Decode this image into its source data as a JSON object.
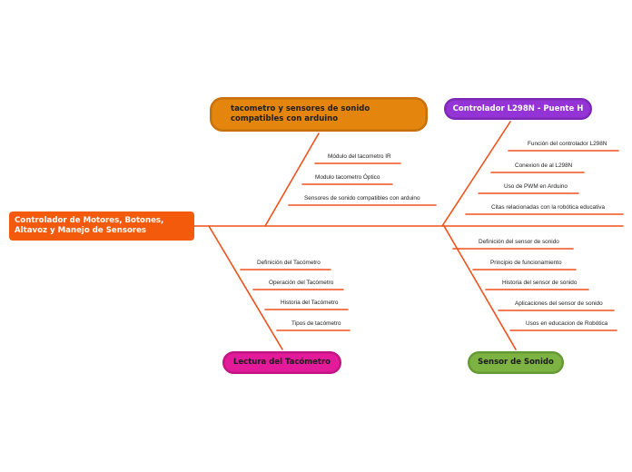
{
  "colors": {
    "line": "#f0511b",
    "root": "#f45a0c",
    "taco": "#e4860e",
    "ctrl": "#9433d6",
    "lect": "#e31a9a",
    "sens": "#7cb342"
  },
  "root": {
    "label": "Controlador de Motores, Botones, Altavoz y Manejo de Sensores"
  },
  "branches": {
    "tacometro": {
      "label": "tacometro y sensores de sonido compatibles con arduino",
      "items": [
        "Módulo del tacometro IR",
        "Modulo tacometro Óptico",
        "Sensores de sonido compatibles con arduino"
      ]
    },
    "controlador": {
      "label": "Controlador L298N - Puente H",
      "items": [
        "Función del controlador L298N",
        "Conexion de al L298N",
        "Uso de PWM en Arduino",
        "Citas relacionadas con la robótica educativa"
      ]
    },
    "lectura": {
      "label": "Lectura del Tacómetro",
      "items": [
        "Definición del Tacómetro",
        "Operación del Tacómetro",
        "Historia del Tacómetro",
        "Tipos de tacómetro"
      ]
    },
    "sensor": {
      "label": "Sensor de Sonido",
      "items": [
        "Definición del sensor de sonido",
        "Principio de funcionamiento",
        "Historia del sensor de sonido",
        "Aplicaciones del sensor de sonido",
        "Usos en educacion de Robótica"
      ]
    }
  }
}
